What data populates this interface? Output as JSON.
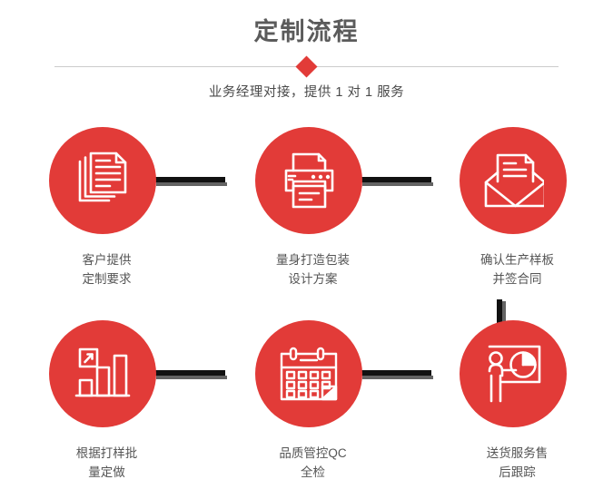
{
  "header": {
    "title": "定制流程",
    "subtitle": "业务经理对接，提供 1 对 1 服务",
    "accent_color": "#e23b38",
    "title_color": "#5b5b5b",
    "rule_color": "#cccccc",
    "diamond_icon": "diamond-marker"
  },
  "flow": {
    "connector_color": "#111111",
    "connector_shadow_color": "#636363",
    "rows": [
      {
        "steps": [
          {
            "icon": "documents-stack-icon",
            "label": "客户提供\n定制要求"
          },
          {
            "icon": "printer-icon",
            "label": "量身打造包装\n设计方案"
          },
          {
            "icon": "envelope-document-icon",
            "label": "确认生产样板\n并签合同"
          }
        ]
      },
      {
        "steps": [
          {
            "icon": "bar-chart-growth-icon",
            "label": "根据打样批\n量定做"
          },
          {
            "icon": "calendar-icon",
            "label": "品质管控QC\n全检"
          },
          {
            "icon": "presentation-pie-chart-icon",
            "label": "送货服务售\n后跟踪"
          }
        ]
      }
    ]
  }
}
